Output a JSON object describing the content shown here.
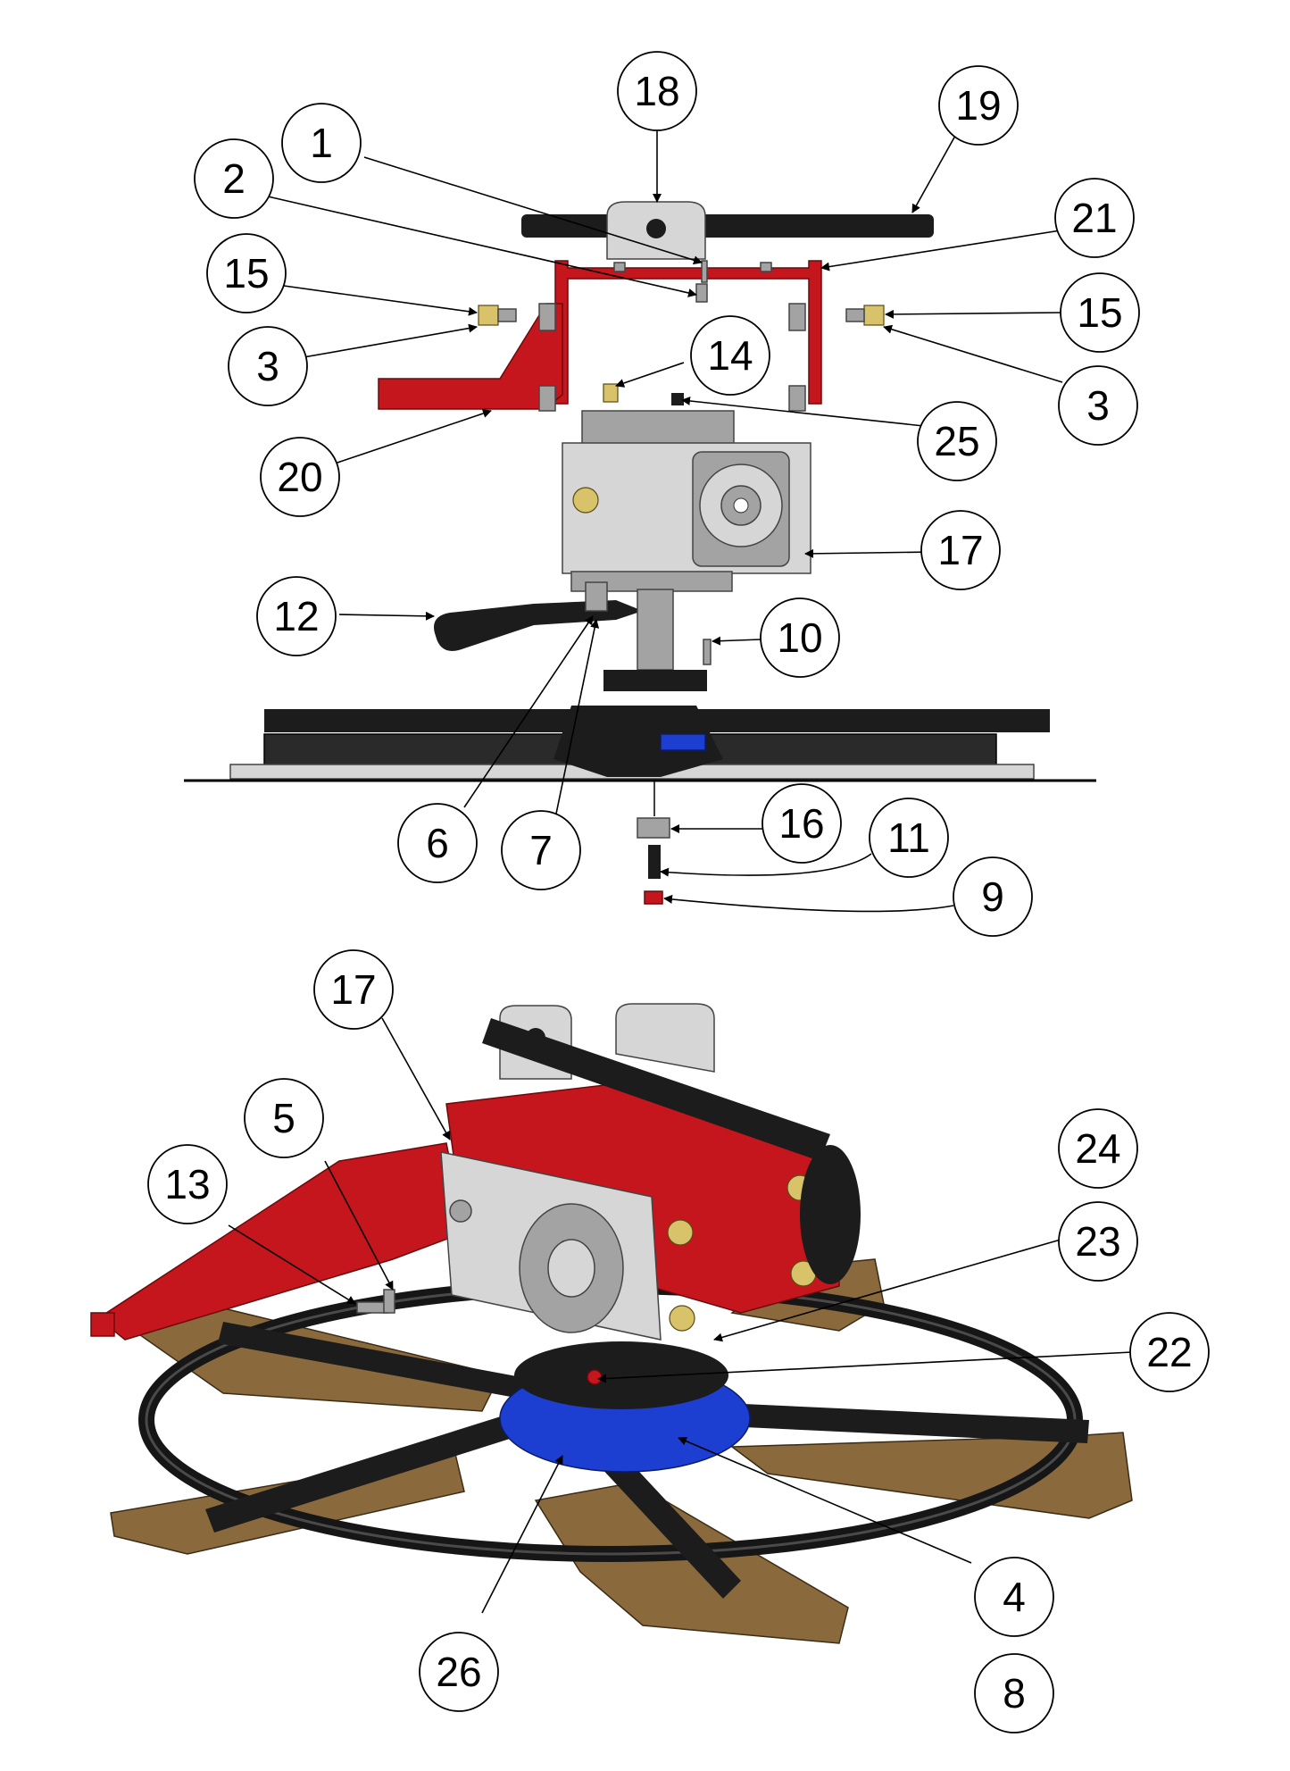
{
  "callouts_top": [
    {
      "id": "c18",
      "label": "18"
    },
    {
      "id": "c19",
      "label": "19"
    },
    {
      "id": "c1",
      "label": "1"
    },
    {
      "id": "c2",
      "label": "2"
    },
    {
      "id": "c21",
      "label": "21"
    },
    {
      "id": "c15a",
      "label": "15"
    },
    {
      "id": "c15b",
      "label": "15"
    },
    {
      "id": "c3a",
      "label": "3"
    },
    {
      "id": "c3b",
      "label": "3"
    },
    {
      "id": "c14",
      "label": "14"
    },
    {
      "id": "c25",
      "label": "25"
    },
    {
      "id": "c20",
      "label": "20"
    },
    {
      "id": "c17a",
      "label": "17"
    },
    {
      "id": "c12",
      "label": "12"
    },
    {
      "id": "c10",
      "label": "10"
    },
    {
      "id": "c6",
      "label": "6"
    },
    {
      "id": "c7",
      "label": "7"
    },
    {
      "id": "c16",
      "label": "16"
    },
    {
      "id": "c11",
      "label": "11"
    },
    {
      "id": "c9",
      "label": "9"
    }
  ],
  "callouts_bottom": [
    {
      "id": "c17b",
      "label": "17"
    },
    {
      "id": "c5",
      "label": "5"
    },
    {
      "id": "c13",
      "label": "13"
    },
    {
      "id": "c24",
      "label": "24"
    },
    {
      "id": "c23",
      "label": "23"
    },
    {
      "id": "c22",
      "label": "22"
    },
    {
      "id": "c4",
      "label": "4"
    },
    {
      "id": "c8",
      "label": "8"
    },
    {
      "id": "c26",
      "label": "26"
    }
  ]
}
